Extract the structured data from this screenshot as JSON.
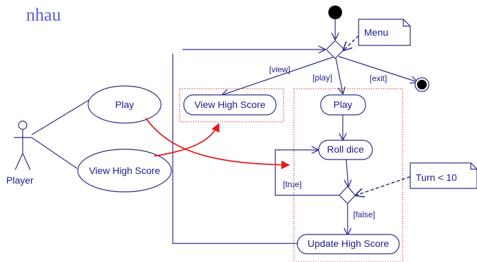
{
  "title": "nhau",
  "actor": {
    "label": "Player"
  },
  "use_cases": {
    "play": "Play",
    "view_high_score": "View High Score"
  },
  "notes": {
    "menu": "Menu",
    "turn": "Turn < 10"
  },
  "guards": {
    "view": "[view]",
    "play": "[play]",
    "exit": "[exit]",
    "true": "[true]",
    "false": "[false]"
  },
  "activities": {
    "view_high_score": "View High Score",
    "play": "Play",
    "roll_dice": "Roll dice",
    "update_high_score": "Update High Score"
  },
  "colors": {
    "line": "#2a2a8a",
    "text": "#1a1a8c",
    "title": "#5b5bd6",
    "mapping_arrow": "#e81818",
    "partition_border": "#e02020"
  }
}
